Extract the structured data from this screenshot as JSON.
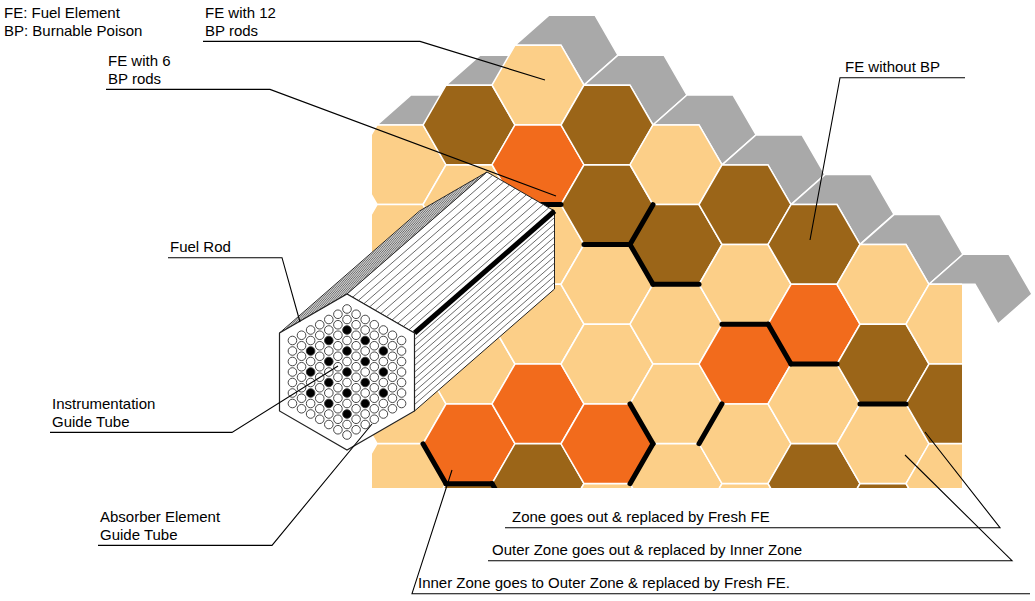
{
  "diagram": {
    "labels": [
      "FE: Fuel Element",
      "BP: Burnable Poison",
      "FE with 12 BP rods",
      "FE with 6 BP rods",
      "FE without BP",
      "Fuel Rod",
      "Instrumentation Guide Tube",
      "Absorber Element Guide Tube",
      "Zone goes out & replaced by Fresh FE",
      "Outer Zone goes out & replaced by Inner Zone",
      "Inner Zone goes to Outer Zone & replaced by Fresh FE."
    ]
  }
}
